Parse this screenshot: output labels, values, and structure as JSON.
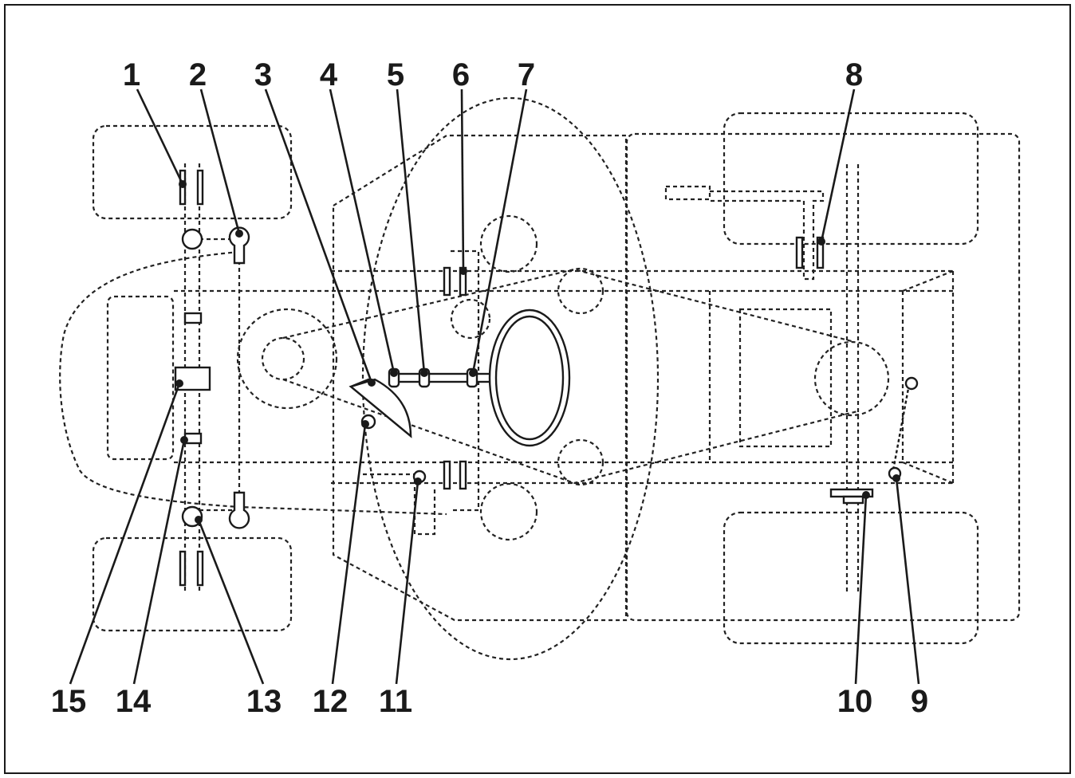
{
  "callouts": [
    {
      "id": "1",
      "label": "1"
    },
    {
      "id": "2",
      "label": "2"
    },
    {
      "id": "3",
      "label": "3"
    },
    {
      "id": "4",
      "label": "4"
    },
    {
      "id": "5",
      "label": "5"
    },
    {
      "id": "6",
      "label": "6"
    },
    {
      "id": "7",
      "label": "7"
    },
    {
      "id": "8",
      "label": "8"
    },
    {
      "id": "9",
      "label": "9"
    },
    {
      "id": "10",
      "label": "10"
    },
    {
      "id": "11",
      "label": "11"
    },
    {
      "id": "12",
      "label": "12"
    },
    {
      "id": "13",
      "label": "13"
    },
    {
      "id": "14",
      "label": "14"
    },
    {
      "id": "15",
      "label": "15"
    }
  ],
  "colors": {
    "ink": "#1a1a1a",
    "background": "#ffffff"
  }
}
